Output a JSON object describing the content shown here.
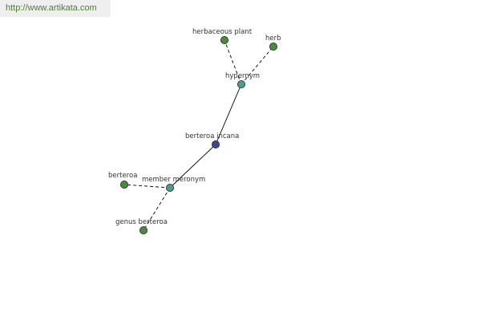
{
  "banner": {
    "url_text": "http://www.artikata.com"
  },
  "colors": {
    "center_node": "#3c4a8c",
    "relation_node": "#4e9a8e",
    "leaf_node": "#4a8a3c",
    "node_stroke": "#1e2a1e",
    "edge": "#000000"
  },
  "nodes": [
    {
      "id": "berteroa-incana",
      "label": "berteroa incana",
      "kind": "center"
    },
    {
      "id": "hypernym",
      "label": "hypernym",
      "kind": "relation"
    },
    {
      "id": "member-meronym",
      "label": "member meronym",
      "kind": "relation"
    },
    {
      "id": "herbaceous-plant",
      "label": "herbaceous plant",
      "kind": "leaf"
    },
    {
      "id": "herb",
      "label": "herb",
      "kind": "leaf"
    },
    {
      "id": "berteroa",
      "label": "berteroa",
      "kind": "leaf"
    },
    {
      "id": "genus-berteroa",
      "label": "genus berteroa",
      "kind": "leaf"
    }
  ],
  "edges": [
    {
      "from": "berteroa-incana",
      "to": "hypernym",
      "style": "solid"
    },
    {
      "from": "berteroa-incana",
      "to": "member-meronym",
      "style": "solid"
    },
    {
      "from": "hypernym",
      "to": "herbaceous-plant",
      "style": "dashed"
    },
    {
      "from": "hypernym",
      "to": "herb",
      "style": "dashed"
    },
    {
      "from": "member-meronym",
      "to": "berteroa",
      "style": "dashed"
    },
    {
      "from": "member-meronym",
      "to": "genus-berteroa",
      "style": "dashed"
    }
  ]
}
